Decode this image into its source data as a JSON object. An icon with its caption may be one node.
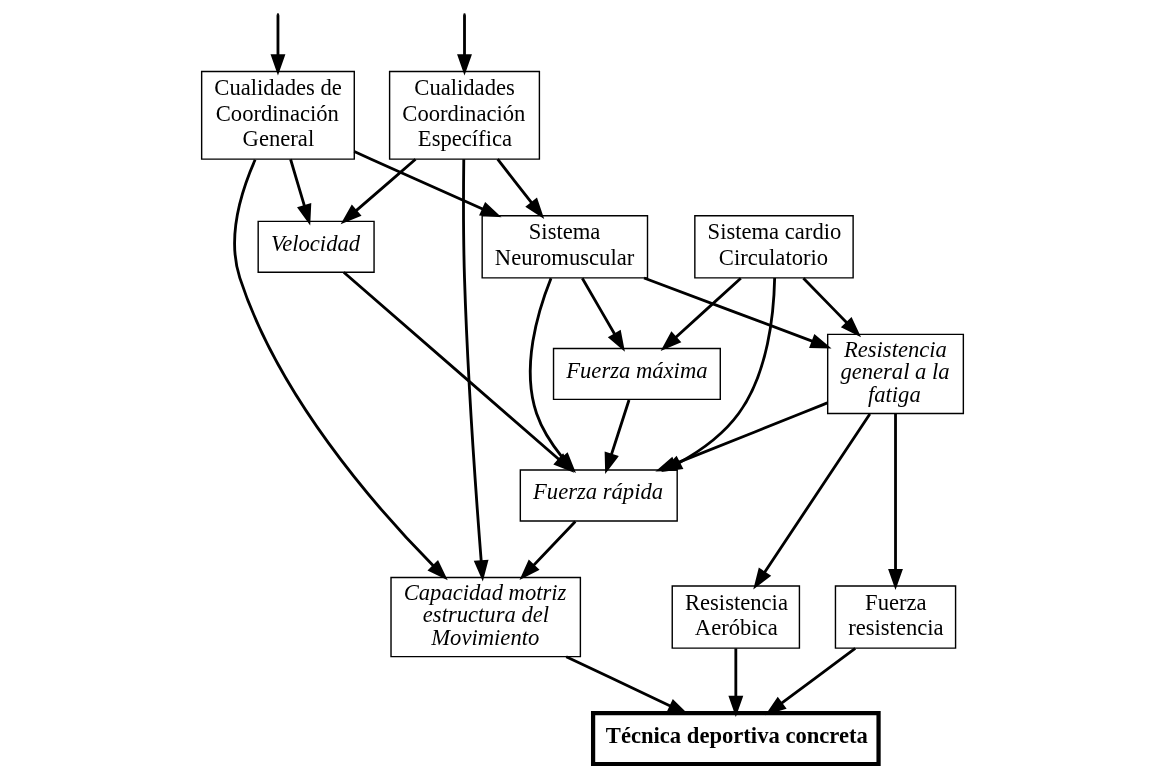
{
  "diagram": {
    "nodes": [
      {
        "text": [
          "Cualidades de Coordinación General"
        ]
      },
      {
        "text": [
          "Cualidades Coordinación Específica"
        ]
      },
      {
        "text": [
          "Sistema cardio Circulatorio"
        ]
      },
      {
        "text": [
          "Sistema Neuromuscular"
        ]
      },
      {
        "text": [
          "Resistencia general a la fatiga"
        ]
      },
      {
        "text": [
          "Fuerza máxima"
        ]
      },
      {
        "text": [
          "Velocidad"
        ]
      },
      {
        "text": [
          "Fuerza rápida"
        ]
      },
      {
        "text": [
          "Resistencia Aeróbica"
        ]
      },
      {
        "text": [
          "Fuerza resistencia"
        ]
      },
      {
        "text": [
          "Capacidad motriz estructura del Movimiento"
        ]
      },
      {
        "text": [
          "Técnica deportiva concreta"
        ]
      }
    ],
    "edges": [
      {
        "from": null,
        "to": 0,
        "arrow": "to"
      },
      {
        "from": null,
        "to": 1,
        "arrow": "to"
      },
      {
        "from": 0,
        "to": 3,
        "arrow": "to"
      },
      {
        "from": 0,
        "to": 6,
        "arrow": "to"
      },
      {
        "from": 0,
        "to": 10,
        "arrow": "to"
      },
      {
        "from": 1,
        "to": 3,
        "arrow": "to"
      },
      {
        "from": 1,
        "to": 6,
        "arrow": "to"
      },
      {
        "from": 1,
        "to": 10,
        "arrow": "to"
      },
      {
        "from": 2,
        "to": 4,
        "arrow": "to"
      },
      {
        "from": 2,
        "to": 5,
        "arrow": "to"
      },
      {
        "from": 2,
        "to": 7,
        "arrow": "to"
      },
      {
        "from": 3,
        "to": 4,
        "arrow": "to"
      },
      {
        "from": 3,
        "to": 5,
        "arrow": "to"
      },
      {
        "from": 3,
        "to": 7,
        "arrow": "to"
      },
      {
        "from": 5,
        "to": 7,
        "arrow": "to"
      },
      {
        "from": 6,
        "to": 7,
        "arrow": "to"
      },
      {
        "from": 4,
        "to": 7,
        "arrow": "to"
      },
      {
        "from": 4,
        "to": 8,
        "arrow": "to"
      },
      {
        "from": 4,
        "to": 9,
        "arrow": "to"
      },
      {
        "from": 7,
        "to": 10,
        "arrow": "to"
      },
      {
        "from": 10,
        "to": 11,
        "arrow": "to"
      },
      {
        "from": 8,
        "to": 11,
        "arrow": "to"
      },
      {
        "from": 9,
        "to": 11,
        "arrow": "to"
      }
    ]
  }
}
